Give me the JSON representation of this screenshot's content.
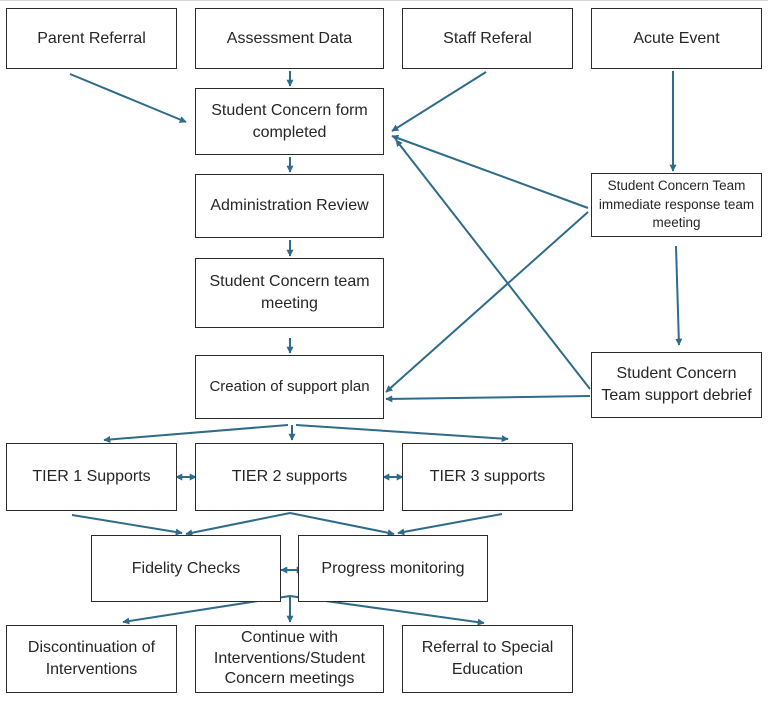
{
  "diagram": {
    "arrow_color": "#2f6b8a",
    "nodes": {
      "parent_referral": "Parent Referral",
      "assessment_data": "Assessment Data",
      "staff_referral": "Staff Referal",
      "acute_event": "Acute Event",
      "concern_form": "Student Concern form completed",
      "admin_review": "Administration Review",
      "team_meeting": "Student Concern team meeting",
      "immediate_response": "Student Concern Team immediate response team meeting",
      "support_plan": "Creation of support plan",
      "support_debrief": "Student Concern Team support debrief",
      "tier1": "TIER 1 Supports",
      "tier2": "TIER 2 supports",
      "tier3": "TIER 3 supports",
      "fidelity": "Fidelity Checks",
      "progress": "Progress monitoring",
      "discontinuation": "Discontinuation of Interventions",
      "continue": "Continue with Interventions/Student Concern meetings",
      "referral_sped": "Referral to Special Education"
    }
  }
}
